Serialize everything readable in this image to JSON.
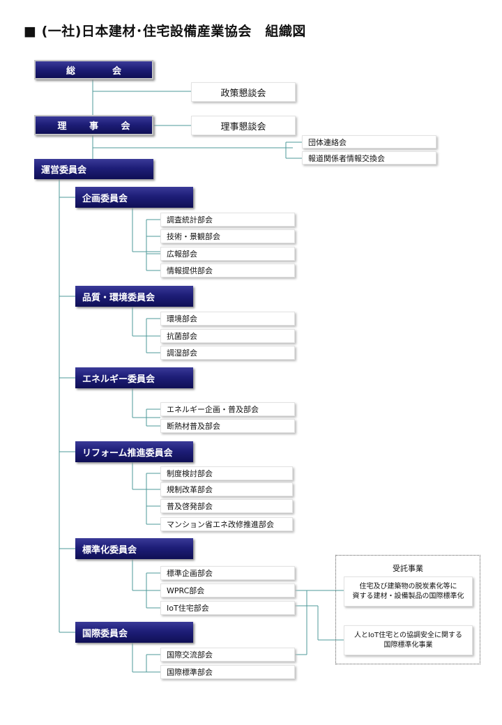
{
  "title": "■ (一社)日本建材･住宅設備産業協会　組織図",
  "top": {
    "general_assembly": "総　会",
    "policy_council": "政策懇談会",
    "board": "理 事 会",
    "board_council": "理事懇談会",
    "group_liaison": "団体連絡会",
    "pr_exchange": "報道関係者情報交換会",
    "steering": "運営委員会"
  },
  "committees": [
    {
      "name": "企画委員会",
      "subs": [
        "調査統計部会",
        "技術・景観部会",
        "広報部会",
        "情報提供部会"
      ]
    },
    {
      "name": "品質・環境委員会",
      "subs": [
        "環境部会",
        "抗菌部会",
        "調湿部会"
      ]
    },
    {
      "name": "エネルギー委員会",
      "subs": [
        "エネルギー企画・普及部会",
        "断熱材普及部会"
      ]
    },
    {
      "name": "リフォーム推進委員会",
      "subs": [
        "制度検討部会",
        "規制改革部会",
        "普及啓発部会",
        "マンション省エネ改修推進部会"
      ]
    },
    {
      "name": "標準化委員会",
      "subs": [
        "標準企画部会",
        "WPRC部会",
        "IoT住宅部会"
      ]
    },
    {
      "name": "国際委員会",
      "subs": [
        "国際交流部会",
        "国際標準部会"
      ]
    }
  ],
  "commissioned": {
    "title": "受託事業",
    "project1": [
      "住宅及び建築物の脱炭素化等に",
      "資する建材・設備製品の国際標準化"
    ],
    "project2": [
      "人とIoT住宅との協調安全に関する",
      "国際標準化事業"
    ]
  }
}
